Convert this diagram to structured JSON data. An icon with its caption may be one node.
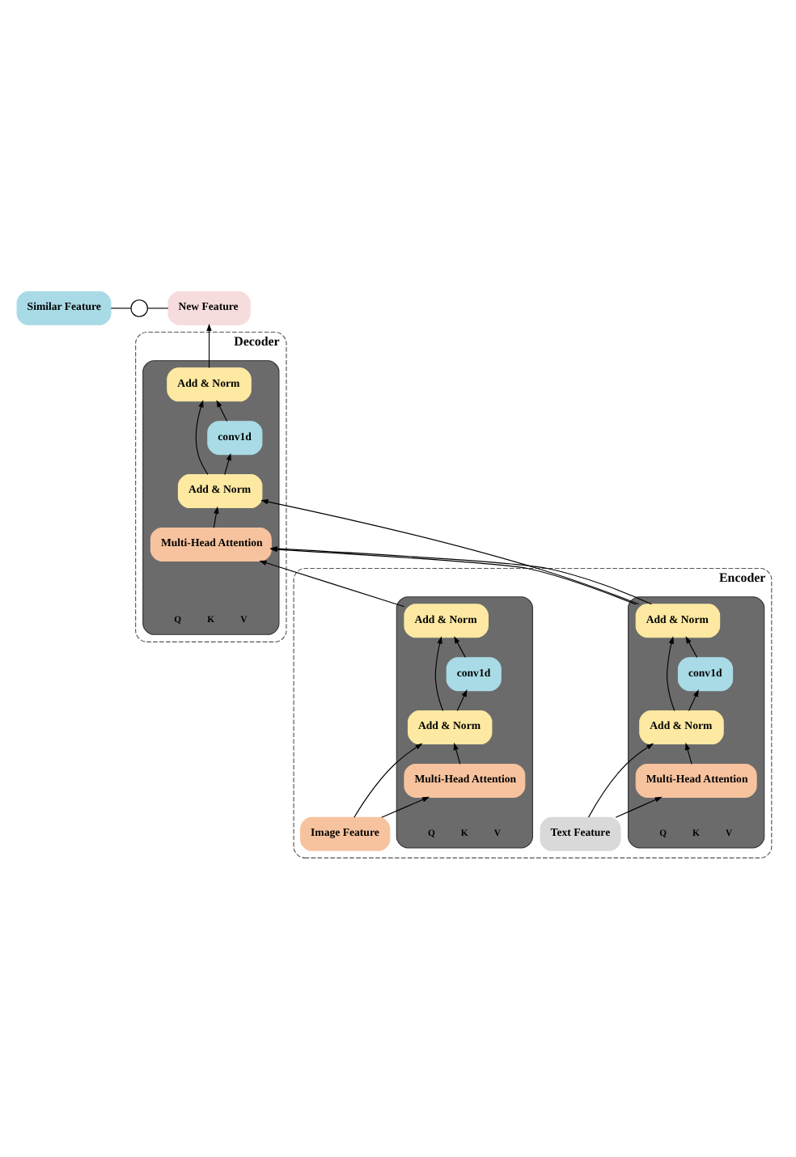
{
  "diagram": {
    "nodes": [
      {
        "text": [
          "Similar Feature"
        ]
      },
      {
        "text": [],
        "shape": "circle"
      },
      {
        "text": [
          "New Feature"
        ]
      },
      {
        "text": [
          "Decoder"
        ]
      },
      {
        "text": [],
        "shape": "box",
        "in": 3
      },
      {
        "text": [
          "Add & Norm"
        ],
        "in": 4
      },
      {
        "text": [
          "conv1d"
        ],
        "in": 4
      },
      {
        "text": [
          "Add & Norm"
        ],
        "in": 4
      },
      {
        "text": [
          "Multi-Head Attention"
        ],
        "in": 4
      },
      {
        "text": [
          "Encoder"
        ]
      },
      {
        "text": [],
        "shape": "box",
        "in": 9
      },
      {
        "text": [
          "Add & Norm"
        ],
        "in": 10
      },
      {
        "text": [
          "conv1d"
        ],
        "in": 10
      },
      {
        "text": [
          "Add & Norm"
        ],
        "in": 10
      },
      {
        "text": [
          "Multi-Head Attention"
        ],
        "in": 10
      },
      {
        "text": [],
        "shape": "box",
        "in": 9
      },
      {
        "text": [
          "Add & Norm"
        ],
        "in": 15
      },
      {
        "text": [
          "conv1d"
        ],
        "in": 15
      },
      {
        "text": [
          "Add & Norm"
        ],
        "in": 15
      },
      {
        "text": [
          "Multi-Head Attention"
        ],
        "in": 15
      },
      {
        "text": [
          "Image Feature"
        ],
        "in": 9
      },
      {
        "text": [
          "Text Feature"
        ],
        "in": 9
      }
    ],
    "edges": [
      {
        "from": 0,
        "to": 1,
        "arrow": "none"
      },
      {
        "from": 1,
        "to": 2,
        "arrow": "none"
      },
      {
        "from": 5,
        "to": 2,
        "arrow": "to"
      },
      {
        "from": 8,
        "to": 7,
        "arrow": "to"
      },
      {
        "from": 7,
        "to": 6,
        "arrow": "to"
      },
      {
        "from": 6,
        "to": 5,
        "arrow": "to"
      },
      {
        "from": 7,
        "to": 5,
        "arrow": "to"
      },
      {
        "from": 11,
        "to": 8,
        "arrow": "to"
      },
      {
        "from": 16,
        "to": 8,
        "arrow": "to"
      },
      {
        "from": 16,
        "to": 8,
        "arrow": "to"
      },
      {
        "from": 16,
        "to": 7,
        "arrow": "to"
      },
      {
        "from": 20,
        "to": 14,
        "arrow": "to"
      },
      {
        "from": 20,
        "to": 13,
        "arrow": "to"
      },
      {
        "from": 14,
        "to": 13,
        "arrow": "to"
      },
      {
        "from": 13,
        "to": 12,
        "arrow": "to"
      },
      {
        "from": 12,
        "to": 11,
        "arrow": "to"
      },
      {
        "from": 13,
        "to": 11,
        "arrow": "to"
      },
      {
        "from": 21,
        "to": 19,
        "arrow": "to"
      },
      {
        "from": 21,
        "to": 18,
        "arrow": "to"
      },
      {
        "from": 19,
        "to": 18,
        "arrow": "to"
      },
      {
        "from": 18,
        "to": 17,
        "arrow": "to"
      },
      {
        "from": 17,
        "to": 16,
        "arrow": "to"
      },
      {
        "from": 18,
        "to": 16,
        "arrow": "to"
      }
    ],
    "labels": [
      "Q",
      "K",
      "V",
      "Q",
      "K",
      "V",
      "Q",
      "K",
      "V"
    ]
  }
}
